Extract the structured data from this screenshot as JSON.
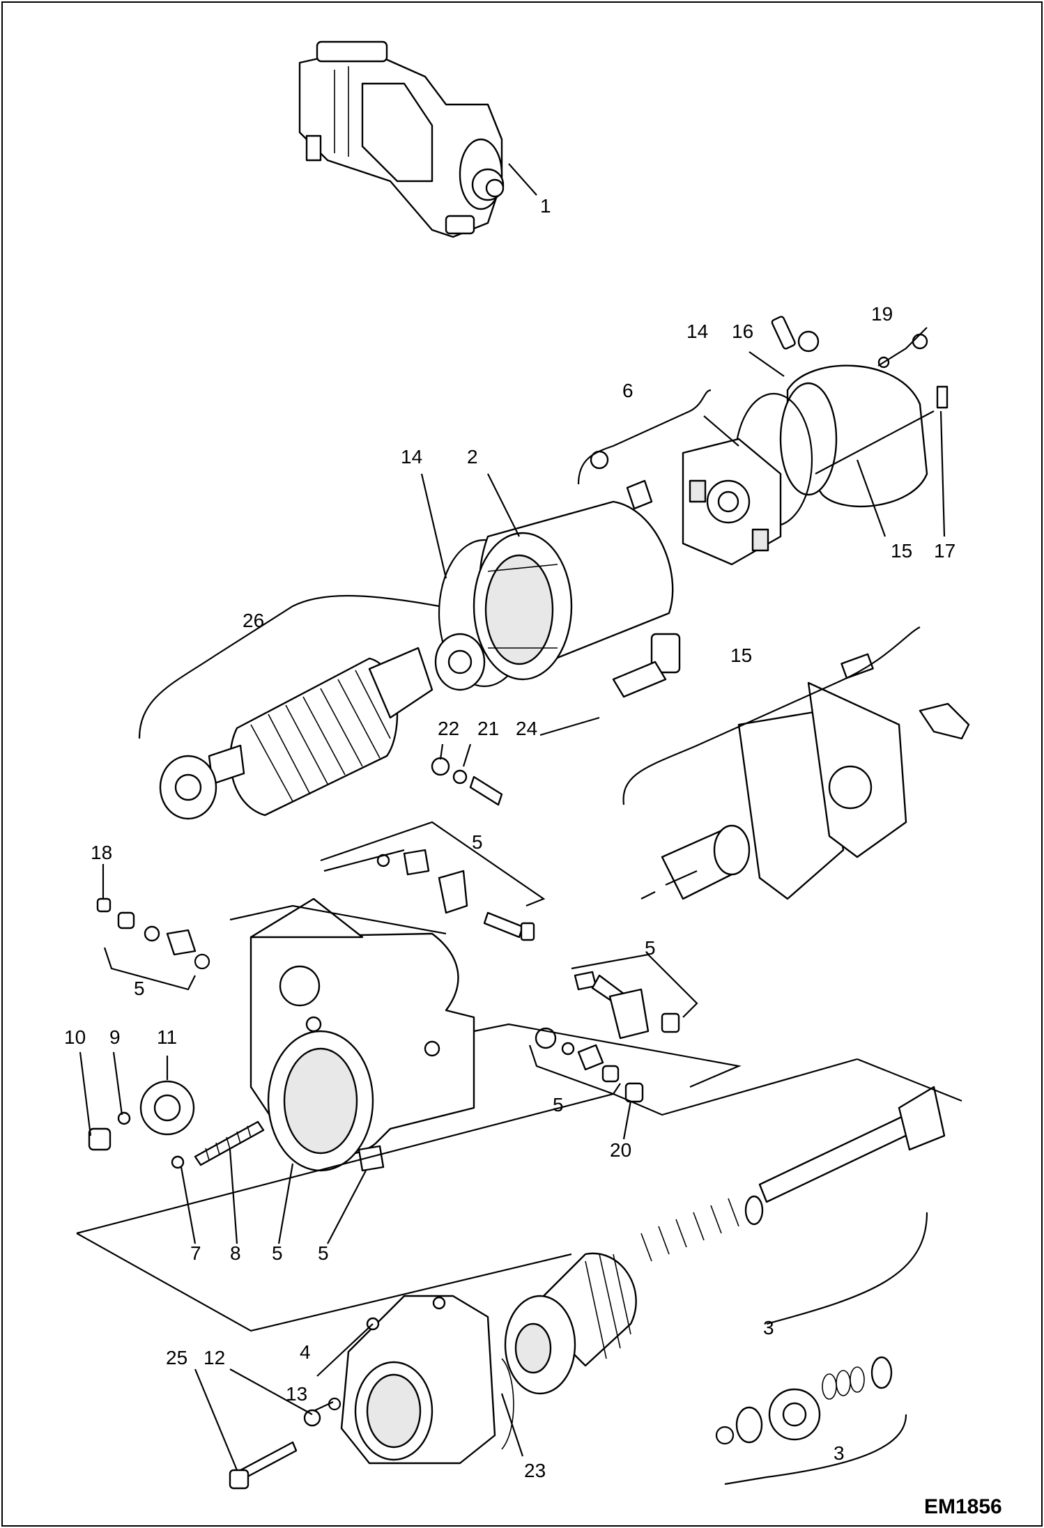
{
  "drawing_code": "EM1856",
  "callouts": {
    "c1": "1",
    "c19": "19",
    "c14a": "14",
    "c16": "16",
    "c6": "6",
    "c14b": "14",
    "c2": "2",
    "c15a": "15",
    "c17": "17",
    "c26": "26",
    "c15b": "15",
    "c22": "22",
    "c21": "21",
    "c24": "24",
    "c18": "18",
    "c5a": "5",
    "c5b": "5",
    "c5c": "5",
    "c10": "10",
    "c9": "9",
    "c11": "11",
    "c5d": "5",
    "c20": "20",
    "c7": "7",
    "c8": "8",
    "c5e": "5",
    "c5f": "5",
    "c3a": "3",
    "c25": "25",
    "c12": "12",
    "c4": "4",
    "c13": "13",
    "c23": "23",
    "c3b": "3"
  }
}
